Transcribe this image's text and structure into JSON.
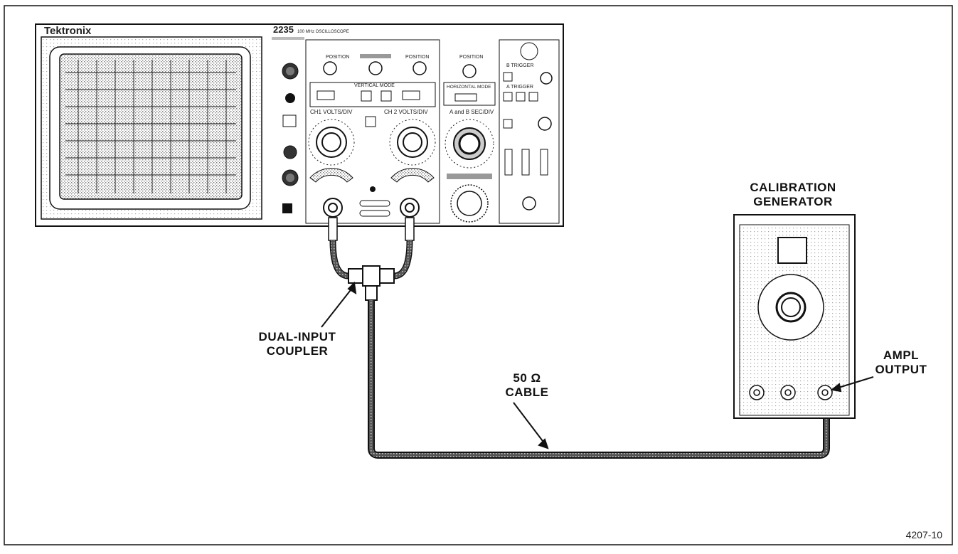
{
  "oscilloscope": {
    "brand": "Tektronix",
    "model": "2235",
    "model_desc": "100 MHz OSCILLOSCOPE",
    "ch1_position": "POSITION",
    "ch2_position": "POSITION",
    "horiz_position": "POSITION",
    "vertical_mode": "VERTICAL MODE",
    "horizontal_mode": "HORIZONTAL MODE",
    "ch1_volts": "CH1 VOLTS/DIV",
    "ch2_volts": "CH 2 VOLTS/DIV",
    "sec_div": "A and B SEC/DIV",
    "b_trigger": "B TRIGGER",
    "a_trigger": "A TRIGGER"
  },
  "labels": {
    "coupler_line1": "DUAL-INPUT",
    "coupler_line2": "COUPLER",
    "generator_line1": "CALIBRATION",
    "generator_line2": "GENERATOR",
    "ampl_line1": "AMPL",
    "ampl_line2": "OUTPUT",
    "cable_line1": "50 Ω",
    "cable_line2": "CABLE"
  },
  "figure_id": "4207-10"
}
